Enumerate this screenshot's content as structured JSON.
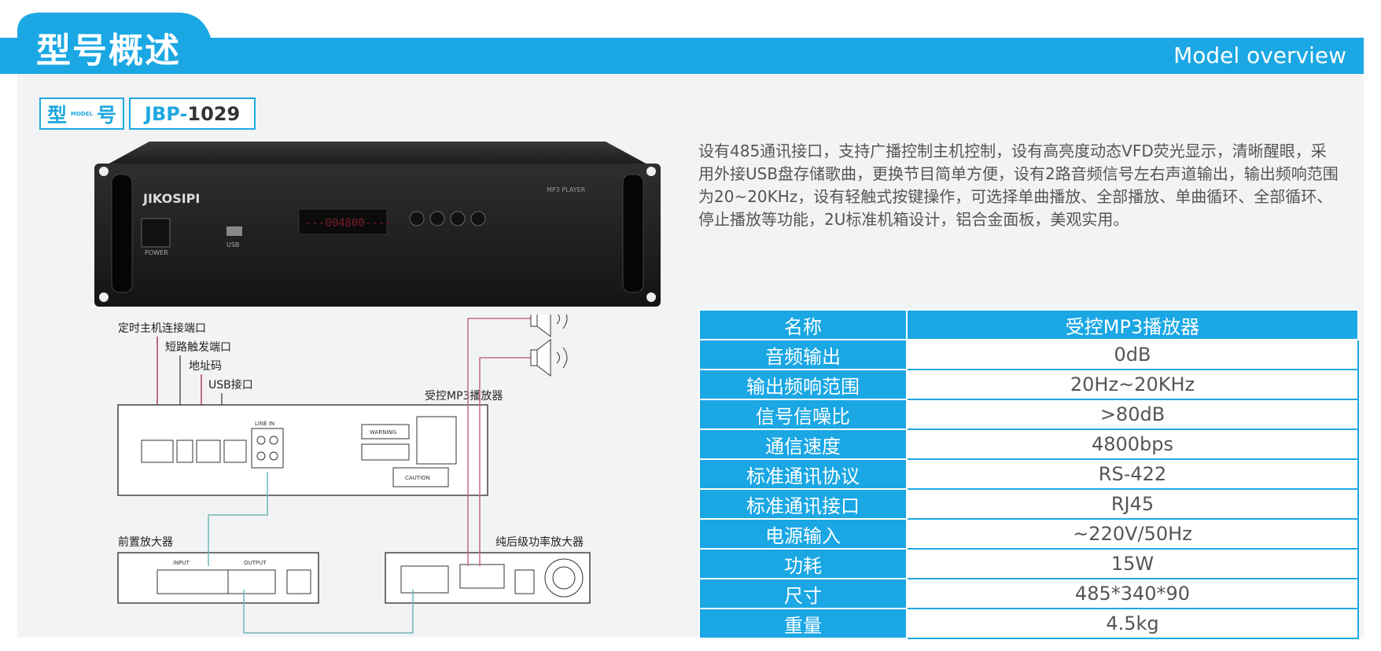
{
  "header": {
    "title": "型号概述",
    "subtitle": "Model overview",
    "accent_color": "#1aa7e4"
  },
  "model": {
    "label_left": "型",
    "label_small": "MODEL",
    "label_right": "号",
    "value_prefix": "JBP-",
    "value_number": "1029"
  },
  "device": {
    "brand": "JIKOSIPI",
    "product_tag": "MP3 PLAYER",
    "power_label": "POWER",
    "usb_label": "USB",
    "display_text": "---004800----"
  },
  "diagram": {
    "labels": {
      "timer_port": "定时主机连接端口",
      "short_trigger": "短路触发端口",
      "address_code": "地址码",
      "usb_port": "USB接口",
      "player_name": "受控MP3播放器",
      "preamp": "前置放大器",
      "power_amp": "纯后级功率放大器",
      "warning": "WARNING",
      "caution": "CAUTION",
      "line_in": "LINE IN",
      "input": "INPUT",
      "output": "OUTPUT"
    }
  },
  "description": "设有485通讯接口，支持广播控制主机控制，设有高亮度动态VFD荧光显示，清晰醒眼，采用外接USB盘存储歌曲，更换节目简单方便，设有2路音频信号左右声道输出，输出频响范围为20~20KHz，设有轻触式按键操作，可选择单曲播放、全部播放、单曲循环、全部循环、停止播放等功能，2U标准机箱设计，铝合金面板，美观实用。",
  "specs": [
    {
      "key": "名称",
      "value": "受控MP3播放器"
    },
    {
      "key": "音频输出",
      "value": "0dB"
    },
    {
      "key": "输出频响范围",
      "value": "20Hz~20KHz"
    },
    {
      "key": "信号信噪比",
      "value": ">80dB"
    },
    {
      "key": "通信速度",
      "value": "4800bps"
    },
    {
      "key": "标准通讯协议",
      "value": "RS-422"
    },
    {
      "key": "标准通讯接口",
      "value": "RJ45"
    },
    {
      "key": "电源输入",
      "value": "~220V/50Hz"
    },
    {
      "key": "功耗",
      "value": "15W"
    },
    {
      "key": "尺寸",
      "value": "485*340*90"
    },
    {
      "key": "重量",
      "value": "4.5kg"
    }
  ]
}
